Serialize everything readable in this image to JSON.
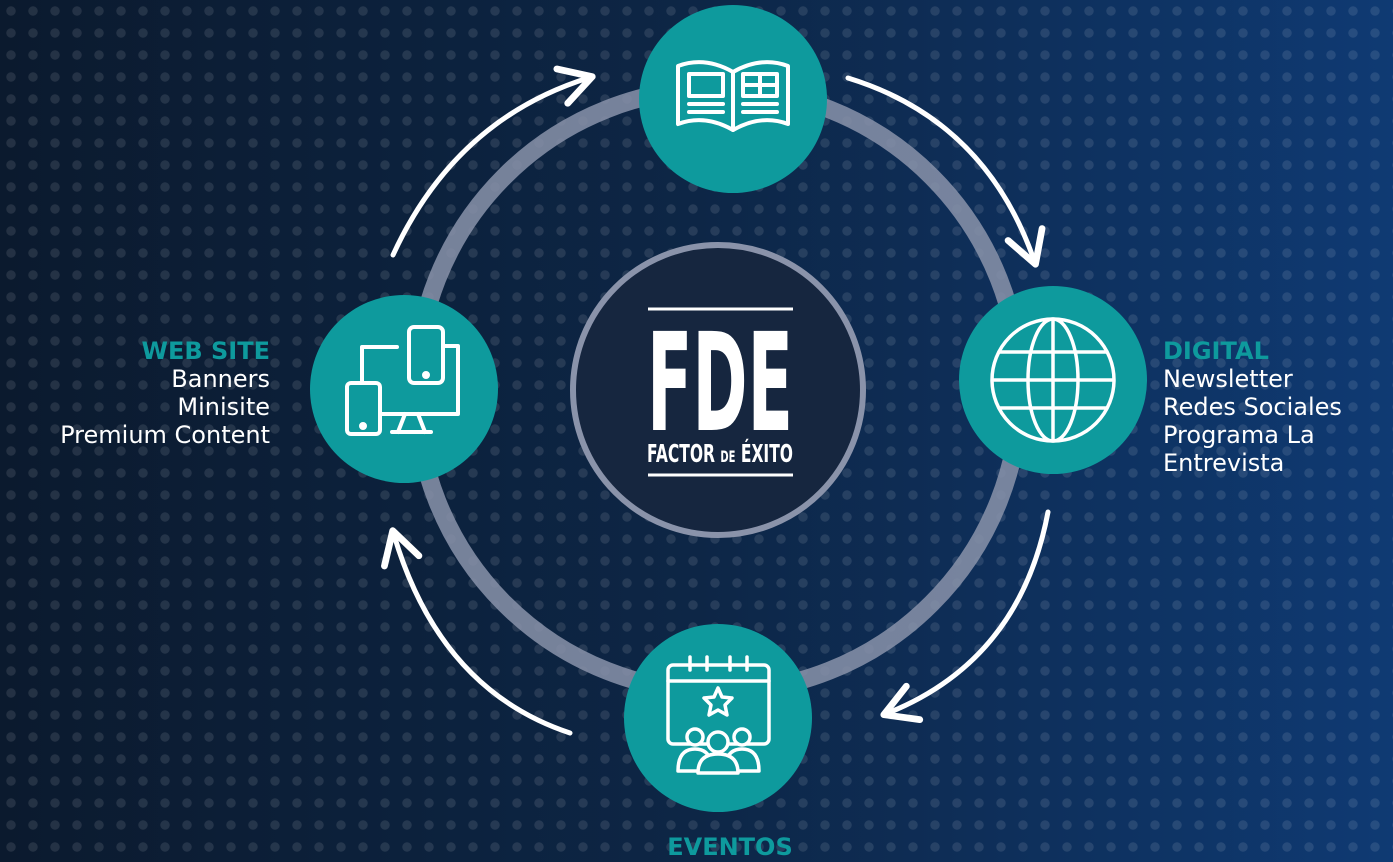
{
  "colors": {
    "accent": "#0e9a9d",
    "ring": "#8a93aa",
    "text": "#ffffff"
  },
  "center_logo": {
    "title": "FDE",
    "subtitle_part1": "FACTOR",
    "subtitle_part2": "DE",
    "subtitle_part3": "ÉXITO"
  },
  "nodes": {
    "print": {
      "icon": "open-book-icon"
    },
    "web_site": {
      "icon": "devices-icon",
      "heading": "WEB SITE",
      "items": [
        "Banners",
        "Minisite",
        "Premium Content"
      ]
    },
    "digital": {
      "icon": "globe-icon",
      "heading": "DIGITAL",
      "items": [
        "Newsletter",
        "Redes Sociales",
        "Programa La",
        "Entrevista"
      ]
    },
    "eventos": {
      "icon": "calendar-audience-icon",
      "heading": "EVENTOS"
    }
  }
}
